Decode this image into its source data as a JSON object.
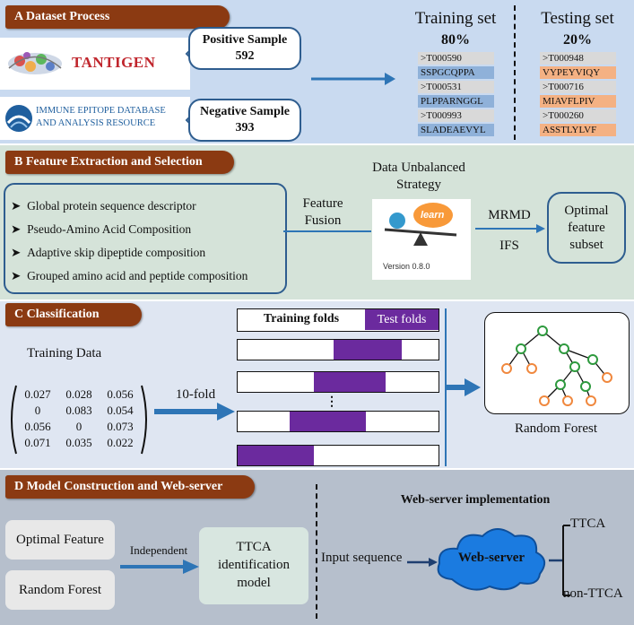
{
  "panelA": {
    "title": "A  Dataset Process",
    "tantigen_logo_text": "TANTIGEN",
    "iedb_logo_line1": "IMMUNE EPITOPE DATABASE",
    "iedb_logo_line2": "AND ANALYSIS RESOURCE",
    "positive_label": "Positive Sample",
    "positive_count": "592",
    "negative_label": "Negative Sample",
    "negative_count": "393",
    "training_title": "Training set",
    "training_pct": "80%",
    "training_seqs": [
      ">T000590",
      "SSPGCQPPA",
      ">T000531",
      "PLPPARNGGL",
      ">T000993",
      "SLADEAEVYL"
    ],
    "testing_title": "Testing set",
    "testing_pct": "20%",
    "testing_seqs": [
      ">T000948",
      "VYPEYVIQY",
      ">T000716",
      "MIAVFLPIV",
      ">T000260",
      "ASSTLYLVF"
    ]
  },
  "panelB": {
    "title": "B  Feature Extraction and Selection",
    "features": [
      "Global protein sequence descriptor",
      "Pseudo-Amino Acid Composition",
      "Adaptive skip dipeptide composition",
      "Grouped amino acid and peptide composition"
    ],
    "fusion_line1": "Feature",
    "fusion_line2": "Fusion",
    "strategy_line1": "Data Unbalanced",
    "strategy_line2": "Strategy",
    "sklearn_logo_text": "learn",
    "version": "Version 0.8.0",
    "mrmd": "MRMD",
    "ifs": "IFS",
    "optimal_line1": "Optimal",
    "optimal_line2": "feature",
    "optimal_line3": "subset"
  },
  "panelC": {
    "title": "C  Classification",
    "training_data_label": "Training Data",
    "matrix": [
      [
        "0.027",
        "0.028",
        "0.056"
      ],
      [
        "0",
        "0.083",
        "0.054"
      ],
      [
        "0.056",
        "0",
        "0.073"
      ],
      [
        "0.071",
        "0.035",
        "0.022"
      ]
    ],
    "fold_label": "10-fold",
    "training_folds_label": "Training folds",
    "test_folds_label": "Test folds",
    "fold_test_fractions": [
      [
        0.48,
        0.82
      ],
      [
        0.38,
        0.74
      ],
      [
        0.26,
        0.64
      ],
      [
        0.0,
        0.38
      ]
    ],
    "ellipsis": "⋮",
    "rf_label": "Random Forest"
  },
  "panelD": {
    "title": "D  Model Construction and Web-server",
    "optimal_feature": "Optimal Feature",
    "random_forest": "Random Forest",
    "independent": "Independent",
    "model_line1": "TTCA",
    "model_line2": "identification",
    "model_line3": "model",
    "webserver_title": "Web-server implementation",
    "input_sequence": "Input sequence",
    "webserver_label": "Web-server",
    "out_ttca": "TTCA",
    "out_non_ttca": "non-TTCA"
  },
  "colors": {
    "panelA_bg": "#c9daf0",
    "panelB_bg": "#d5e3d9",
    "panelC_bg": "#dfe6f2",
    "panelD_bg": "#b6bfcc",
    "title_bar": "#8B3A12",
    "test_fold": "#6b2a9e",
    "arrow_blue": "#2e75b6"
  }
}
